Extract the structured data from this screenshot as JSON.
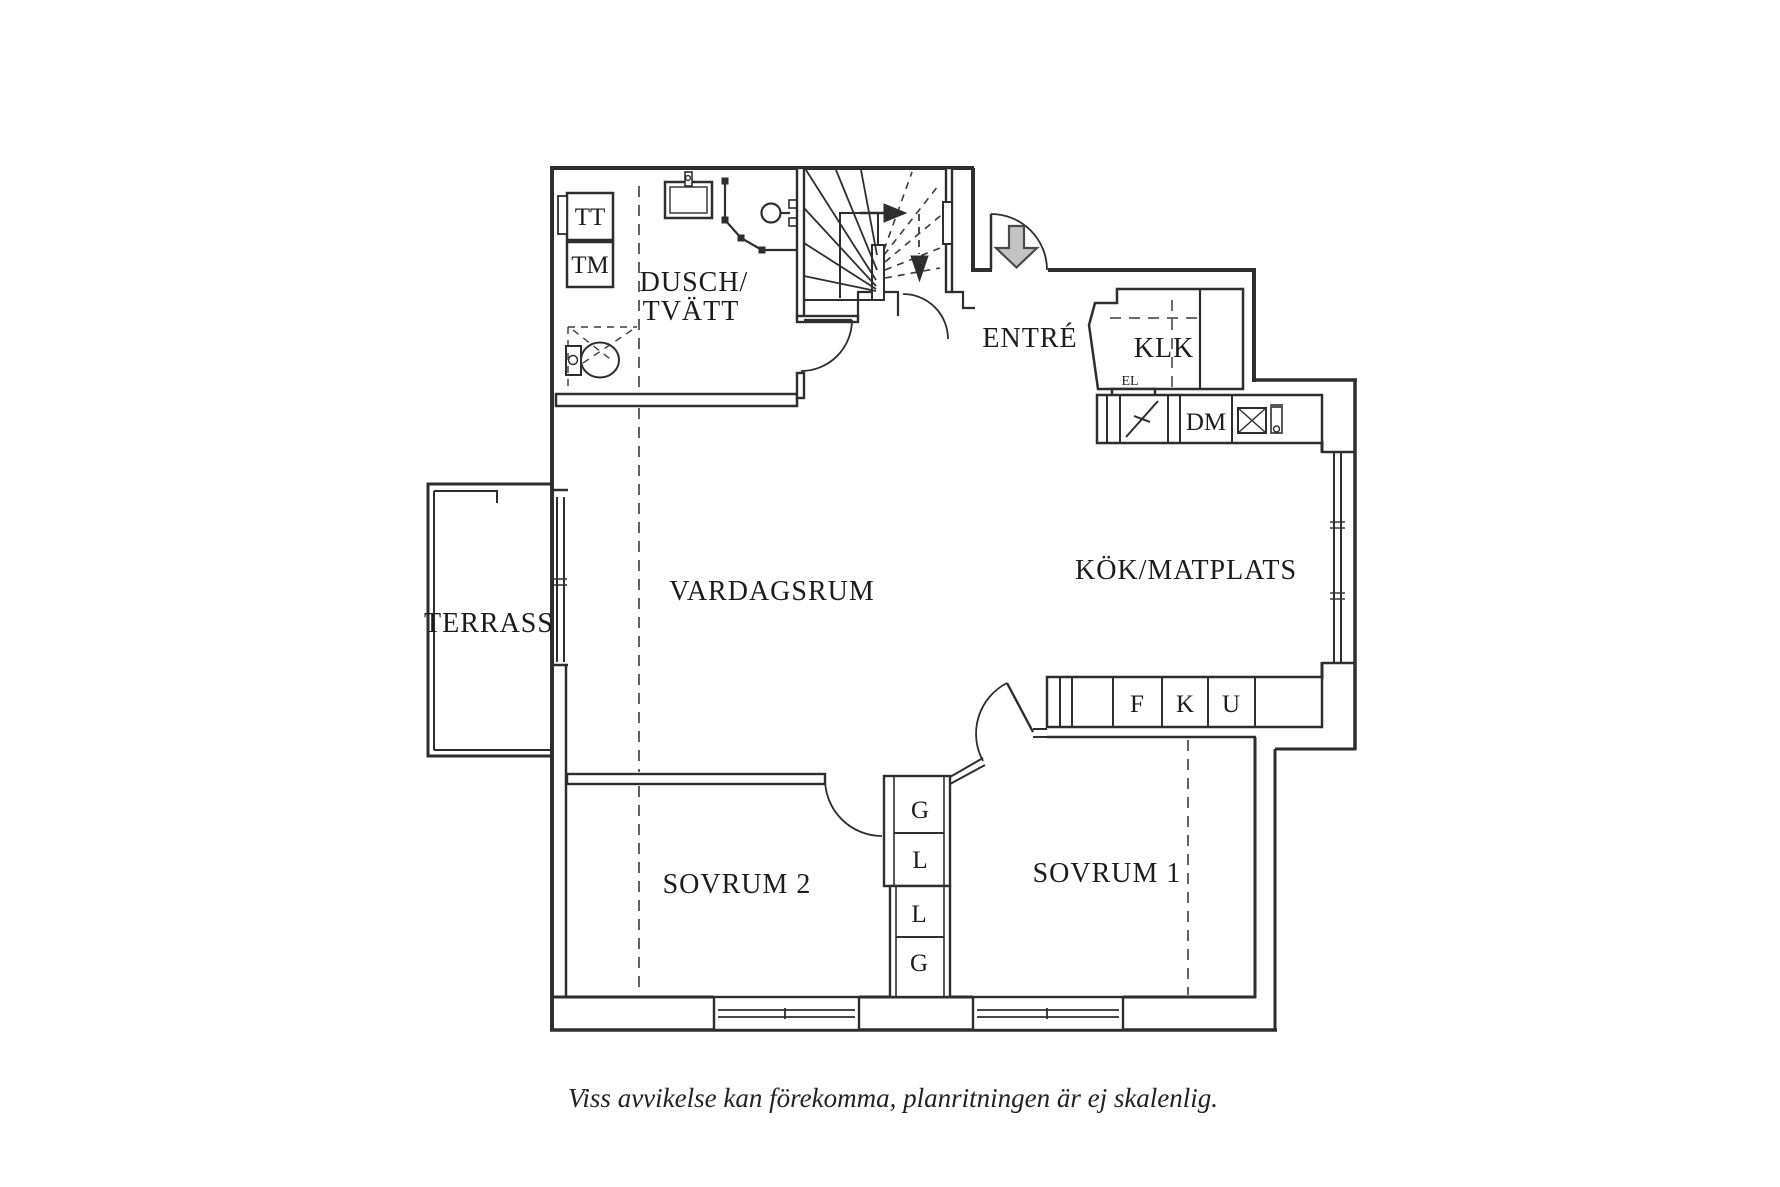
{
  "colors": {
    "background": "#ffffff",
    "wall_line": "#2e2e2e",
    "text": "#1c1c1c",
    "entrance_arrow_fill": "#c3c3c3",
    "entrance_arrow_stroke": "#4a4a4a"
  },
  "rooms": {
    "dusch_line1": "DUSCH/",
    "dusch_line2": "TVÄTT",
    "entre": "ENTRÉ",
    "klk": "KLK",
    "kok": "KÖK/MATPLATS",
    "vardagsrum": "VARDAGSRUM",
    "terrass": "TERRASS",
    "sovrum1": "SOVRUM 1",
    "sovrum2": "SOVRUM 2"
  },
  "fixtures": {
    "tt": "TT",
    "tm": "TM",
    "dm": "DM",
    "el": "EL",
    "f": "F",
    "k": "K",
    "u": "U",
    "g_upper": "G",
    "l_upper": "L",
    "l_lower": "L",
    "g_lower": "G"
  },
  "caption": "Viss avvikelse kan förekomma, planritningen är ej skalenlig."
}
